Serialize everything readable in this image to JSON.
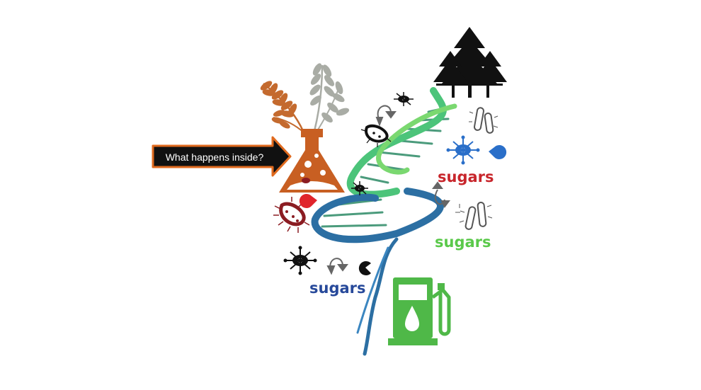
{
  "callout": {
    "text": "What happens inside?"
  },
  "labels": {
    "sugars_red": "sugars",
    "sugars_green": "sugars",
    "sugars_blue": "sugars"
  },
  "colors": {
    "flask": "#c85f22",
    "wheat_orange": "#c46a2e",
    "wheat_gray": "#a9aca5",
    "helix_green": "#4cc47a",
    "helix_blue": "#2c6fa3",
    "pump": "#4fb848",
    "trees": "#111111",
    "sugars_red": "#c8262c",
    "sugars_green": "#5ac94a",
    "sugars_blue": "#27499a",
    "enzyme_red": "#e0242b",
    "enzyme_blue": "#2a6fc9",
    "arrow_fill": "#111111",
    "arrow_border": "#e06a1e"
  },
  "icons": [
    "wheat-icon",
    "flask-icon",
    "dna-helix-icon",
    "trees-icon",
    "fuel-pump-icon",
    "bacterium-icon",
    "virus-icon",
    "enzyme-icon",
    "cycle-arrow-icon"
  ]
}
